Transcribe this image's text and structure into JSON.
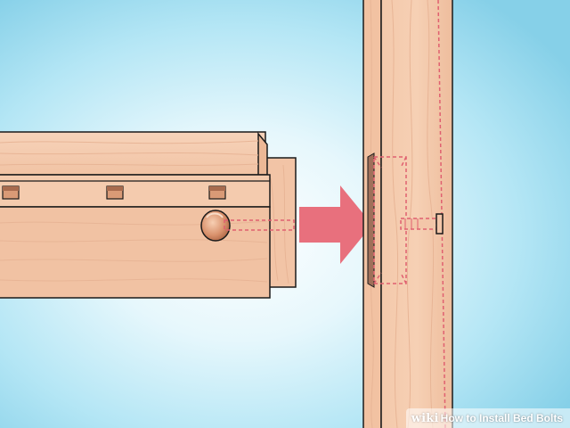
{
  "illustration": {
    "subject": "bed rail bolted to bed post",
    "colors": {
      "background_center": "#ffffff",
      "background_mid": "#c9eef8",
      "background_edge": "#8fd4ea",
      "wood_light": "#f7d2b8",
      "wood": "#f0c0a0",
      "wood_dark": "#e5a885",
      "grain": "#e8b596",
      "outline": "#1a1a1a",
      "arrow": "#e8707d",
      "guide_line": "#e06070",
      "bolt_fill": "#f3c6a9",
      "plate_dark": "#a0705a"
    }
  },
  "watermark": {
    "brand": "wiki",
    "title": "How to Install Bed Bolts"
  }
}
